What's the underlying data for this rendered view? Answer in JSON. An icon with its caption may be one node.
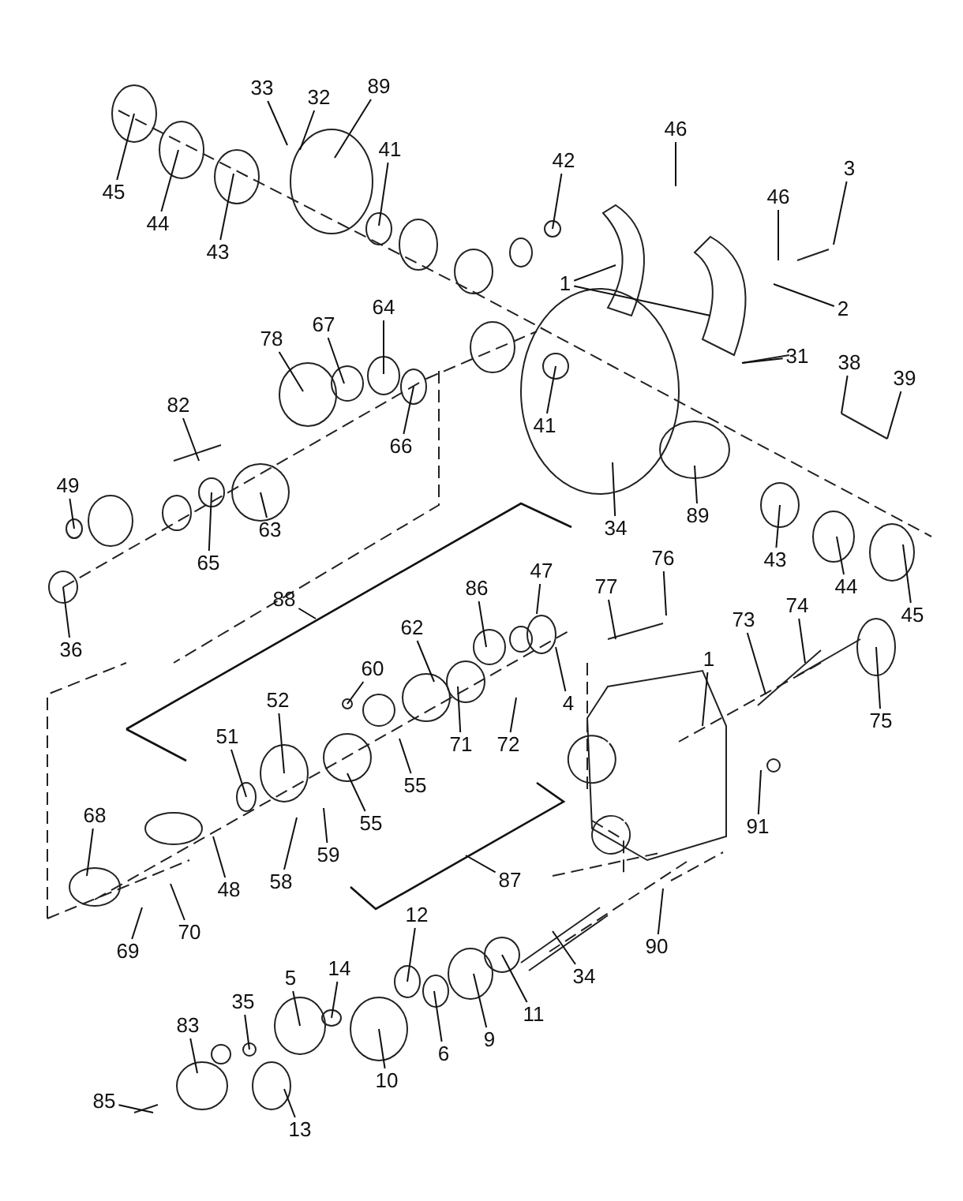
{
  "diagram": {
    "nodes": [
      {
        "text": [
          "45"
        ]
      },
      {
        "text": [
          "44"
        ]
      },
      {
        "text": [
          "43"
        ]
      },
      {
        "text": [
          "33"
        ]
      },
      {
        "text": [
          "32"
        ]
      },
      {
        "text": [
          "89"
        ]
      },
      {
        "text": [
          "41"
        ]
      },
      {
        "text": [
          "42"
        ]
      },
      {
        "text": [
          "46"
        ]
      },
      {
        "text": [
          "46"
        ]
      },
      {
        "text": [
          "3"
        ]
      },
      {
        "text": [
          "1"
        ]
      },
      {
        "text": [
          "2"
        ]
      },
      {
        "text": [
          "31"
        ]
      },
      {
        "text": [
          "41"
        ]
      },
      {
        "text": [
          "38"
        ]
      },
      {
        "text": [
          "39"
        ]
      },
      {
        "text": [
          "78"
        ]
      },
      {
        "text": [
          "67"
        ]
      },
      {
        "text": [
          "64"
        ]
      },
      {
        "text": [
          "66"
        ]
      },
      {
        "text": [
          "82"
        ]
      },
      {
        "text": [
          "63"
        ]
      },
      {
        "text": [
          "65"
        ]
      },
      {
        "text": [
          "49"
        ]
      },
      {
        "text": [
          "36"
        ]
      },
      {
        "text": [
          "34"
        ]
      },
      {
        "text": [
          "89"
        ]
      },
      {
        "text": [
          "43"
        ]
      },
      {
        "text": [
          "44"
        ]
      },
      {
        "text": [
          "45"
        ]
      },
      {
        "text": [
          "88"
        ]
      },
      {
        "text": [
          "86"
        ]
      },
      {
        "text": [
          "47"
        ]
      },
      {
        "text": [
          "4"
        ]
      },
      {
        "text": [
          "60"
        ]
      },
      {
        "text": [
          "62"
        ]
      },
      {
        "text": [
          "52"
        ]
      },
      {
        "text": [
          "71"
        ]
      },
      {
        "text": [
          "77"
        ]
      },
      {
        "text": [
          "76"
        ]
      },
      {
        "text": [
          "73"
        ]
      },
      {
        "text": [
          "74"
        ]
      },
      {
        "text": [
          "75"
        ]
      },
      {
        "text": [
          "1"
        ]
      },
      {
        "text": [
          "51"
        ]
      },
      {
        "text": [
          "72"
        ]
      },
      {
        "text": [
          "55"
        ]
      },
      {
        "text": [
          "55"
        ]
      },
      {
        "text": [
          "91"
        ]
      },
      {
        "text": [
          "68"
        ]
      },
      {
        "text": [
          "48"
        ]
      },
      {
        "text": [
          "59"
        ]
      },
      {
        "text": [
          "58"
        ]
      },
      {
        "text": [
          "87"
        ]
      },
      {
        "text": [
          "90"
        ]
      },
      {
        "text": [
          "12"
        ]
      },
      {
        "text": [
          "34"
        ]
      },
      {
        "text": [
          "69"
        ]
      },
      {
        "text": [
          "70"
        ]
      },
      {
        "text": [
          "14"
        ]
      },
      {
        "text": [
          "5"
        ]
      },
      {
        "text": [
          "35"
        ]
      },
      {
        "text": [
          "11"
        ]
      },
      {
        "text": [
          "9"
        ]
      },
      {
        "text": [
          "6"
        ]
      },
      {
        "text": [
          "83"
        ]
      },
      {
        "text": [
          "10"
        ]
      },
      {
        "text": [
          "85"
        ]
      },
      {
        "text": [
          "13"
        ]
      }
    ],
    "edges": [
      {
        "from": 0,
        "to": null,
        "arrow": "none"
      },
      {
        "from": 1,
        "to": null,
        "arrow": "none"
      },
      {
        "from": 2,
        "to": null,
        "arrow": "none"
      },
      {
        "from": 3,
        "to": null,
        "arrow": "none"
      },
      {
        "from": 4,
        "to": null,
        "arrow": "none"
      },
      {
        "from": 5,
        "to": null,
        "arrow": "none"
      },
      {
        "from": 6,
        "to": null,
        "arrow": "none"
      },
      {
        "from": 7,
        "to": null,
        "arrow": "none"
      },
      {
        "from": 8,
        "to": null,
        "arrow": "none"
      },
      {
        "from": 9,
        "to": null,
        "arrow": "none"
      },
      {
        "from": 10,
        "to": null,
        "arrow": "none"
      },
      {
        "from": 11,
        "to": null,
        "arrow": "none"
      },
      {
        "from": 11,
        "to": null,
        "arrow": "none"
      },
      {
        "from": 12,
        "to": null,
        "arrow": "none"
      },
      {
        "from": 13,
        "to": null,
        "arrow": "none"
      },
      {
        "from": 14,
        "to": null,
        "arrow": "none"
      },
      {
        "from": 15,
        "to": null,
        "arrow": "none"
      },
      {
        "from": 16,
        "to": null,
        "arrow": "none"
      },
      {
        "from": 17,
        "to": null,
        "arrow": "none"
      },
      {
        "from": 18,
        "to": null,
        "arrow": "none"
      },
      {
        "from": 19,
        "to": null,
        "arrow": "none"
      },
      {
        "from": 20,
        "to": null,
        "arrow": "none"
      },
      {
        "from": 21,
        "to": null,
        "arrow": "none"
      },
      {
        "from": 22,
        "to": null,
        "arrow": "none"
      },
      {
        "from": 23,
        "to": null,
        "arrow": "none"
      },
      {
        "from": 24,
        "to": null,
        "arrow": "none"
      },
      {
        "from": 25,
        "to": null,
        "arrow": "none"
      },
      {
        "from": 26,
        "to": null,
        "arrow": "none"
      },
      {
        "from": 27,
        "to": null,
        "arrow": "none"
      },
      {
        "from": 28,
        "to": null,
        "arrow": "none"
      },
      {
        "from": 29,
        "to": null,
        "arrow": "none"
      },
      {
        "from": 30,
        "to": null,
        "arrow": "none"
      },
      {
        "from": 31,
        "to": null,
        "arrow": "none"
      },
      {
        "from": 32,
        "to": null,
        "arrow": "none"
      },
      {
        "from": 33,
        "to": null,
        "arrow": "none"
      },
      {
        "from": 34,
        "to": null,
        "arrow": "none"
      },
      {
        "from": 35,
        "to": null,
        "arrow": "none"
      },
      {
        "from": 36,
        "to": null,
        "arrow": "none"
      },
      {
        "from": 37,
        "to": null,
        "arrow": "none"
      },
      {
        "from": 38,
        "to": null,
        "arrow": "none"
      },
      {
        "from": 39,
        "to": null,
        "arrow": "none"
      },
      {
        "from": 40,
        "to": null,
        "arrow": "none"
      },
      {
        "from": 41,
        "to": null,
        "arrow": "none"
      },
      {
        "from": 42,
        "to": null,
        "arrow": "none"
      },
      {
        "from": 43,
        "to": null,
        "arrow": "none"
      },
      {
        "from": 44,
        "to": null,
        "arrow": "none"
      },
      {
        "from": 45,
        "to": null,
        "arrow": "none"
      },
      {
        "from": 46,
        "to": null,
        "arrow": "none"
      },
      {
        "from": 47,
        "to": null,
        "arrow": "none"
      },
      {
        "from": 48,
        "to": null,
        "arrow": "none"
      },
      {
        "from": 49,
        "to": null,
        "arrow": "none"
      },
      {
        "from": 50,
        "to": null,
        "arrow": "none"
      },
      {
        "from": 51,
        "to": null,
        "arrow": "none"
      },
      {
        "from": 52,
        "to": null,
        "arrow": "none"
      },
      {
        "from": 53,
        "to": null,
        "arrow": "none"
      },
      {
        "from": 54,
        "to": null,
        "arrow": "none"
      },
      {
        "from": 55,
        "to": null,
        "arrow": "none"
      },
      {
        "from": 56,
        "to": null,
        "arrow": "none"
      },
      {
        "from": 57,
        "to": null,
        "arrow": "none"
      },
      {
        "from": 58,
        "to": null,
        "arrow": "none"
      },
      {
        "from": 59,
        "to": null,
        "arrow": "none"
      },
      {
        "from": 60,
        "to": null,
        "arrow": "none"
      },
      {
        "from": 61,
        "to": null,
        "arrow": "none"
      },
      {
        "from": 62,
        "to": null,
        "arrow": "none"
      },
      {
        "from": 63,
        "to": null,
        "arrow": "none"
      },
      {
        "from": 64,
        "to": null,
        "arrow": "none"
      },
      {
        "from": 65,
        "to": null,
        "arrow": "none"
      },
      {
        "from": 66,
        "to": null,
        "arrow": "none"
      },
      {
        "from": 67,
        "to": null,
        "arrow": "none"
      },
      {
        "from": 68,
        "to": null,
        "arrow": "none"
      },
      {
        "from": 69,
        "to": null,
        "arrow": "none"
      }
    ]
  }
}
